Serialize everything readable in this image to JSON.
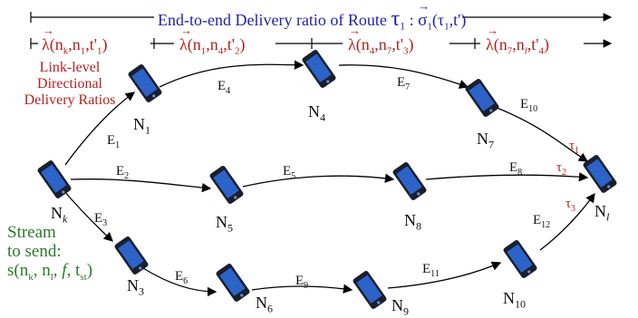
{
  "route_title": {
    "prefix": "End-to-end Delivery ratio of Route ",
    "tau": "τ",
    "tau_sub": "1",
    "suffix": " : ",
    "sigma_expr": "σ",
    "sigma_sub": "1",
    "sigma_args": "(τ",
    "sigma_args_sub": "1",
    "sigma_args_end": ",t')"
  },
  "link_ratios": [
    {
      "text": "λ(n",
      "parts": [
        "k",
        ",n",
        "1",
        ",t'",
        "1",
        ")"
      ]
    },
    {
      "text": "λ(n",
      "parts": [
        "1",
        ",n",
        "4",
        ",t'",
        "2",
        ")"
      ]
    },
    {
      "text": "λ(n",
      "parts": [
        "4",
        ",n",
        "7",
        ",t'",
        "3",
        ")"
      ]
    },
    {
      "text": "λ(n",
      "parts": [
        "7",
        ",n",
        "l",
        ",t'",
        "4",
        ")"
      ]
    }
  ],
  "side_note": [
    "Link-level",
    "Directional",
    "Delivery Ratios"
  ],
  "stream_note": {
    "line1": "Stream",
    "line2": "to send:",
    "line3": "s(n",
    "line3_parts": [
      "k",
      ", n",
      "l",
      ", ",
      "f",
      ", t",
      "st",
      ")"
    ]
  },
  "nodes": {
    "Nk": {
      "main": "N",
      "sub": "k"
    },
    "N1": {
      "main": "N",
      "sub": "1"
    },
    "N4": {
      "main": "N",
      "sub": "4"
    },
    "N7": {
      "main": "N",
      "sub": "7"
    },
    "Nl": {
      "main": "N",
      "sub": "l"
    },
    "N5": {
      "main": "N",
      "sub": "5"
    },
    "N8": {
      "main": "N",
      "sub": "8"
    },
    "N3": {
      "main": "N",
      "sub": "3"
    },
    "N6": {
      "main": "N",
      "sub": "6"
    },
    "N9": {
      "main": "N",
      "sub": "9"
    },
    "N10": {
      "main": "N",
      "sub": "10"
    }
  },
  "edges": {
    "E1": {
      "main": "E",
      "sub": "1"
    },
    "E2": {
      "main": "E",
      "sub": "2"
    },
    "E3": {
      "main": "E",
      "sub": "3"
    },
    "E4": {
      "main": "E",
      "sub": "4"
    },
    "E5": {
      "main": "E",
      "sub": "5"
    },
    "E6": {
      "main": "E",
      "sub": "6"
    },
    "E7": {
      "main": "E",
      "sub": "7"
    },
    "E8": {
      "main": "E",
      "sub": "8"
    },
    "E9": {
      "main": "E",
      "sub": "9"
    },
    "E10": {
      "main": "E",
      "sub": "10"
    },
    "E11": {
      "main": "E",
      "sub": "11"
    },
    "E12": {
      "main": "E",
      "sub": "12"
    }
  },
  "taus": {
    "t1": {
      "main": "τ",
      "sub": "1"
    },
    "t2": {
      "main": "τ",
      "sub": "2"
    },
    "t3": {
      "main": "τ",
      "sub": "3"
    }
  },
  "colors": {
    "title": "#2222aa",
    "ratio": "#b22222",
    "stream": "#2a7a2a",
    "phone_screen": "#2c63c9"
  }
}
